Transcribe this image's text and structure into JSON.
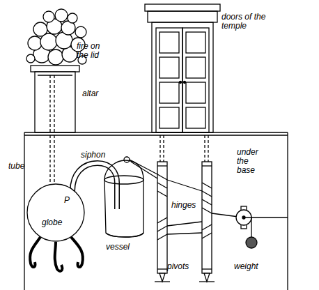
{
  "diagram": {
    "nodes": [
      {
        "text": [
          "P",
          "globe"
        ]
      }
    ],
    "labels": [
      "fire on the lid",
      "doors of the temple",
      "altar",
      "under the base",
      "tube",
      "siphon",
      "hinges",
      "vessel",
      "pivots",
      "weight"
    ]
  }
}
